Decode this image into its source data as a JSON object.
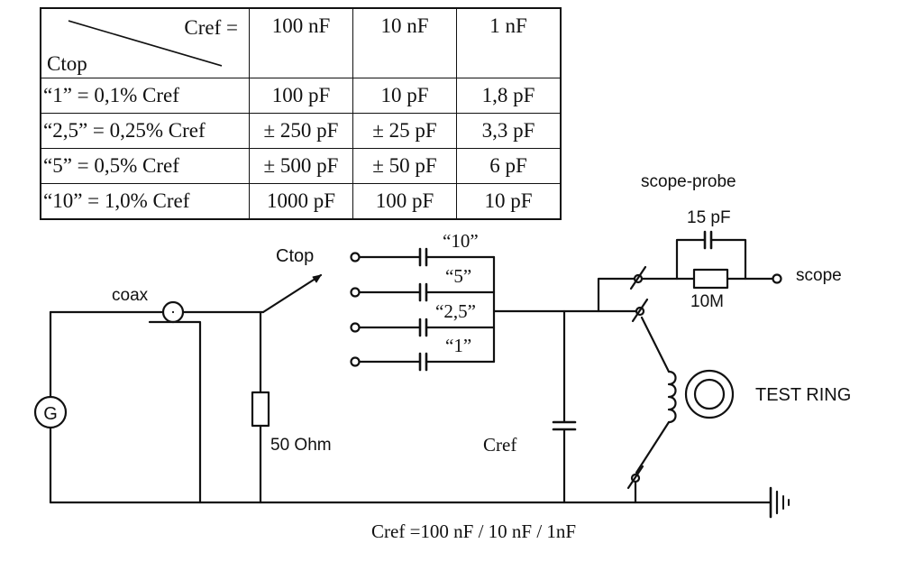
{
  "table": {
    "header": {
      "cref": "Cref =",
      "ctop": "Ctop",
      "columns": [
        "100 nF",
        "10 nF",
        "1 nF"
      ]
    },
    "rows": [
      {
        "label": "“1” =   0,1% Cref",
        "values": [
          "100 pF",
          "10 pF",
          "1,8 pF"
        ]
      },
      {
        "label": "“2,5” = 0,25% Cref",
        "values": [
          "± 250 pF",
          "± 25 pF",
          "3,3 pF"
        ]
      },
      {
        "label": "“5” =   0,5% Cref",
        "values": [
          "± 500 pF",
          "± 50 pF",
          "6 pF"
        ]
      },
      {
        "label": "“10” =   1,0% Cref",
        "values": [
          "1000 pF",
          "100 pF",
          "10 pF"
        ]
      }
    ]
  },
  "circuit": {
    "generator": "G",
    "coax": "coax",
    "resistor": "50 Ohm",
    "ctop": "Ctop",
    "capacitors": [
      "“10”",
      "“5”",
      "“2,5”",
      "“1”"
    ],
    "cref": "Cref",
    "probe_title": "scope-probe",
    "probe_cap": "15 pF",
    "probe_res": "10M",
    "scope": "scope",
    "test_ring": "TEST RING",
    "footer": "Cref =100 nF / 10 nF / 1nF"
  }
}
